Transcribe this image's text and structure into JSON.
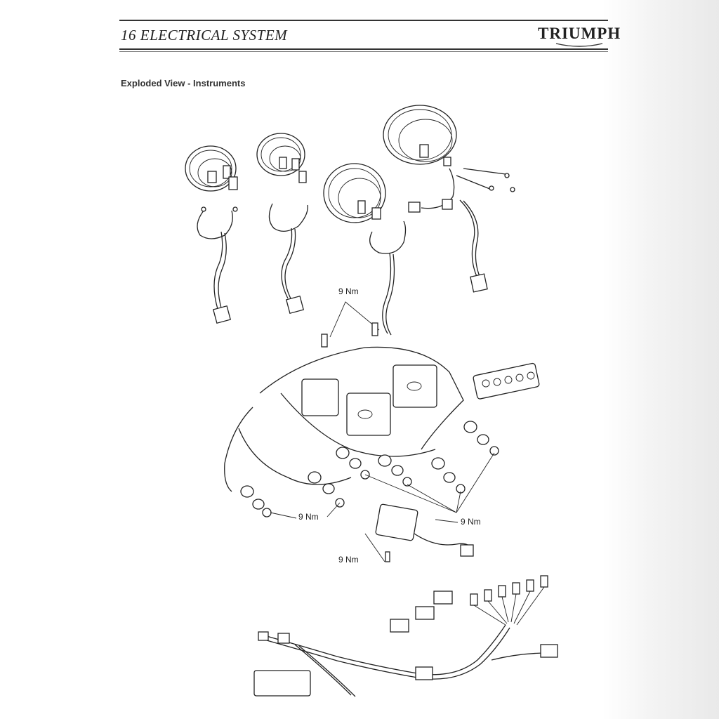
{
  "header": {
    "chapter_title": "16 ELECTRICAL SYSTEM",
    "brand_logo": "TRIUMPH"
  },
  "section_heading": "Exploded View - Instruments",
  "torque_labels": {
    "upper": "9 Nm",
    "left": "9 Nm",
    "right": "9 Nm",
    "bottom": "9 Nm"
  }
}
